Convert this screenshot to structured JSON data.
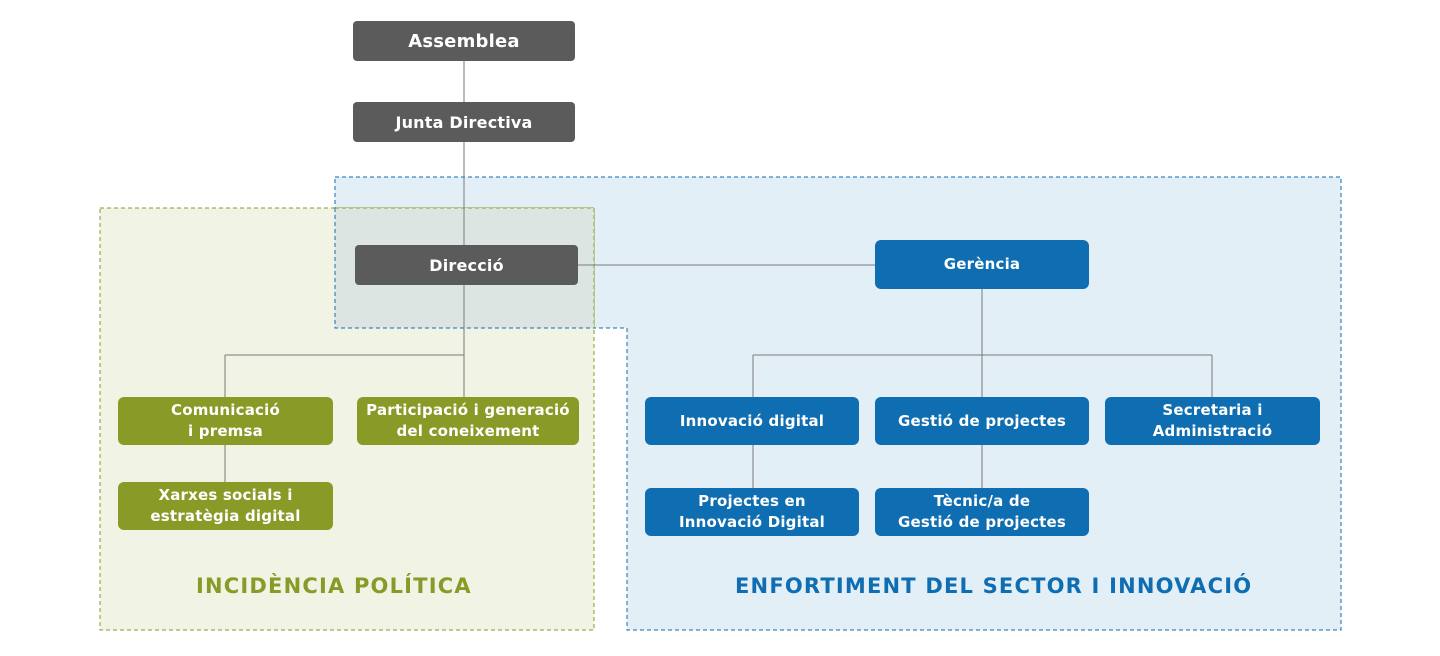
{
  "colors": {
    "gray": "#5b5b5b",
    "green": "#8a9a27",
    "blue": "#0f6db1",
    "green_area": "#eef1df",
    "blue_area": "#e3eff7"
  },
  "nodes": {
    "assemblea": "Assemblea",
    "junta_directiva": "Junta Directiva",
    "direccio": "Direcció",
    "gerencia": "Gerència",
    "comunicacio": "Comunicació\ni premsa",
    "participacio": "Participació i generació\ndel coneixement",
    "xarxes": "Xarxes socials i\nestratègia digital",
    "innovacio_digital": "Innovació digital",
    "gestio_projectes": "Gestió de projectes",
    "secretaria": "Secretaria i\nAdministració",
    "projectes_innovacio": "Projectes en\nInnovació Digital",
    "tecnic_gestio": "Tècnic/a de\nGestió de projectes"
  },
  "areas": {
    "incidencia": "INCIDÈNCIA POLÍTICA",
    "enfortiment": "ENFORTIMENT DEL SECTOR I INNOVACIÓ"
  }
}
